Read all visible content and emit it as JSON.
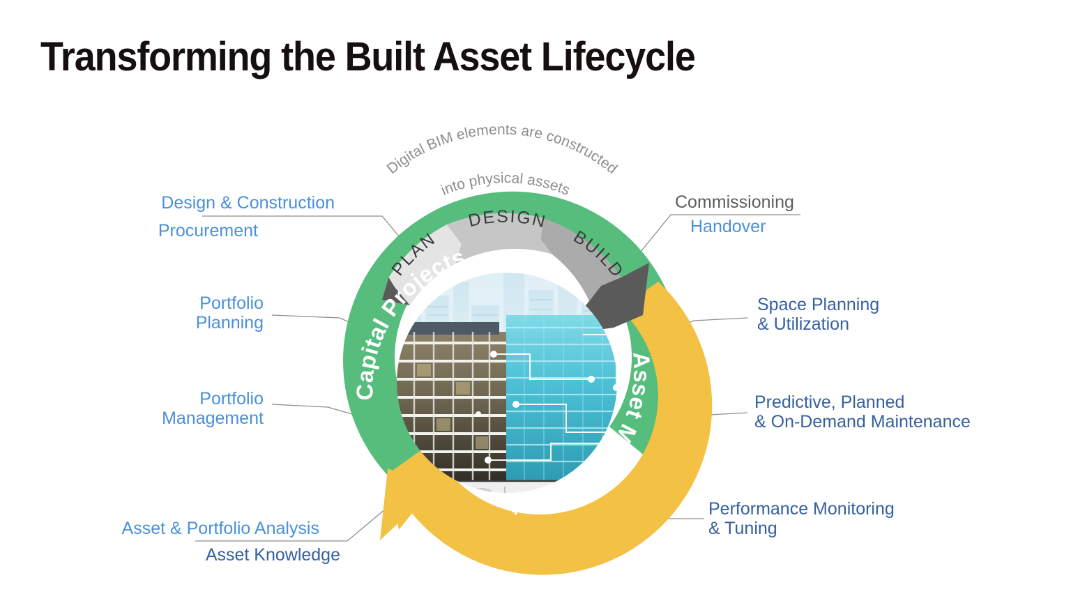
{
  "title": "Transforming the Built Asset Lifecycle",
  "colors": {
    "capital_projects_green": "#56bd7c",
    "asset_management_yellow": "#f3c143",
    "arrow_gray": "#5a5a5a",
    "stage_plan": "#e4e4e4",
    "stage_design": "#c6c6c6",
    "stage_build": "#ababab",
    "label_light_blue": "#4a90d9",
    "label_dark_blue": "#35609f",
    "label_gray": "#5d5d5d",
    "leader_line": "#8d8d8d",
    "title_black": "#15100f"
  },
  "cycle": {
    "arc_caption_line1": "Digital BIM elements are constructed",
    "arc_caption_line2": "into physical assets",
    "stages": [
      {
        "label": "PLAN"
      },
      {
        "label": "DESIGN"
      },
      {
        "label": "BUILD"
      }
    ],
    "bands": [
      {
        "name": "capital-projects",
        "label": "Capital Projects"
      },
      {
        "name": "asset-management",
        "label": "Asset Management"
      }
    ]
  },
  "labels_left": [
    {
      "name": "design-and-construction",
      "text": "Design & Construction",
      "tone": "light"
    },
    {
      "name": "procurement",
      "text": "Procurement",
      "tone": "light"
    },
    {
      "name": "portfolio-planning",
      "text": "Portfolio\nPlanning",
      "tone": "light"
    },
    {
      "name": "portfolio-management",
      "text": "Portfolio\nManagement",
      "tone": "light"
    },
    {
      "name": "asset-and-portfolio-analysis",
      "text": "Asset & Portfolio Analysis",
      "tone": "light"
    },
    {
      "name": "asset-knowledge",
      "text": "Asset Knowledge",
      "tone": "dark"
    }
  ],
  "labels_right": [
    {
      "name": "commissioning",
      "text": "Commissioning",
      "tone": "gray"
    },
    {
      "name": "handover",
      "text": "Handover",
      "tone": "light"
    },
    {
      "name": "space-planning-and-utilization",
      "text": "Space Planning\n& Utilization",
      "tone": "dark"
    },
    {
      "name": "predictive-planned-on-demand-maintenance",
      "text": "Predictive, Planned\n& On-Demand Maintenance",
      "tone": "dark"
    },
    {
      "name": "performance-monitoring-and-tuning",
      "text": "Performance Monitoring\n& Tuning",
      "tone": "dark"
    }
  ],
  "center_image": {
    "description": "Building photograph transitioning from physical asset to cyan digital twin wireframe"
  }
}
